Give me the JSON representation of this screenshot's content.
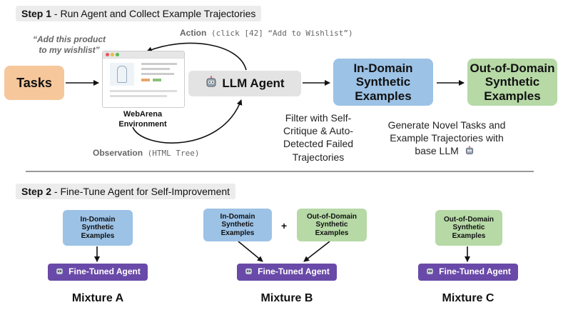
{
  "step1": {
    "label": "Step 1",
    "text": " - Run Agent and Collect Example Trajectories"
  },
  "step2": {
    "label": "Step 2",
    "text": " - Fine-Tune Agent for Self-Improvement"
  },
  "quote": "“Add this product to my wishlist”",
  "tasks": "Tasks",
  "environment": "WebArena Environment",
  "action": {
    "label": "Action",
    "value": " (click [42] “Add to Wishlist”)"
  },
  "observation": {
    "label": "Observation",
    "value": " (HTML Tree)"
  },
  "llm_agent": "LLM Agent",
  "in_domain": "In-Domain Synthetic Examples",
  "out_domain": "Out-of-Domain Synthetic Examples",
  "filter_caption": "Filter with Self-Critique & Auto-Detected Failed Trajectories",
  "generate_caption": "Generate Novel Tasks and Example Trajectories with base LLM",
  "mixtures": {
    "a": {
      "in": "In-Domain Synthetic Examples",
      "ft": "Fine-Tuned Agent",
      "name": "Mixture A"
    },
    "b": {
      "in": "In-Domain Synthetic Examples",
      "plus": "+",
      "out": "Out-of-Domain Synthetic Examples",
      "ft": "Fine-Tuned Agent",
      "name": "Mixture B"
    },
    "c": {
      "out": "Out-of-Domain Synthetic Examples",
      "ft": "Fine-Tuned Agent",
      "name": "Mixture C"
    }
  },
  "colors": {
    "tasks": "#f6c79a",
    "in_domain": "#9cc2e6",
    "out_domain": "#b6d9a6",
    "fine_tuned": "#6a4aa8",
    "llm": "#e3e3e3"
  },
  "icons": [
    "robot-icon",
    "browser-window-icon"
  ]
}
